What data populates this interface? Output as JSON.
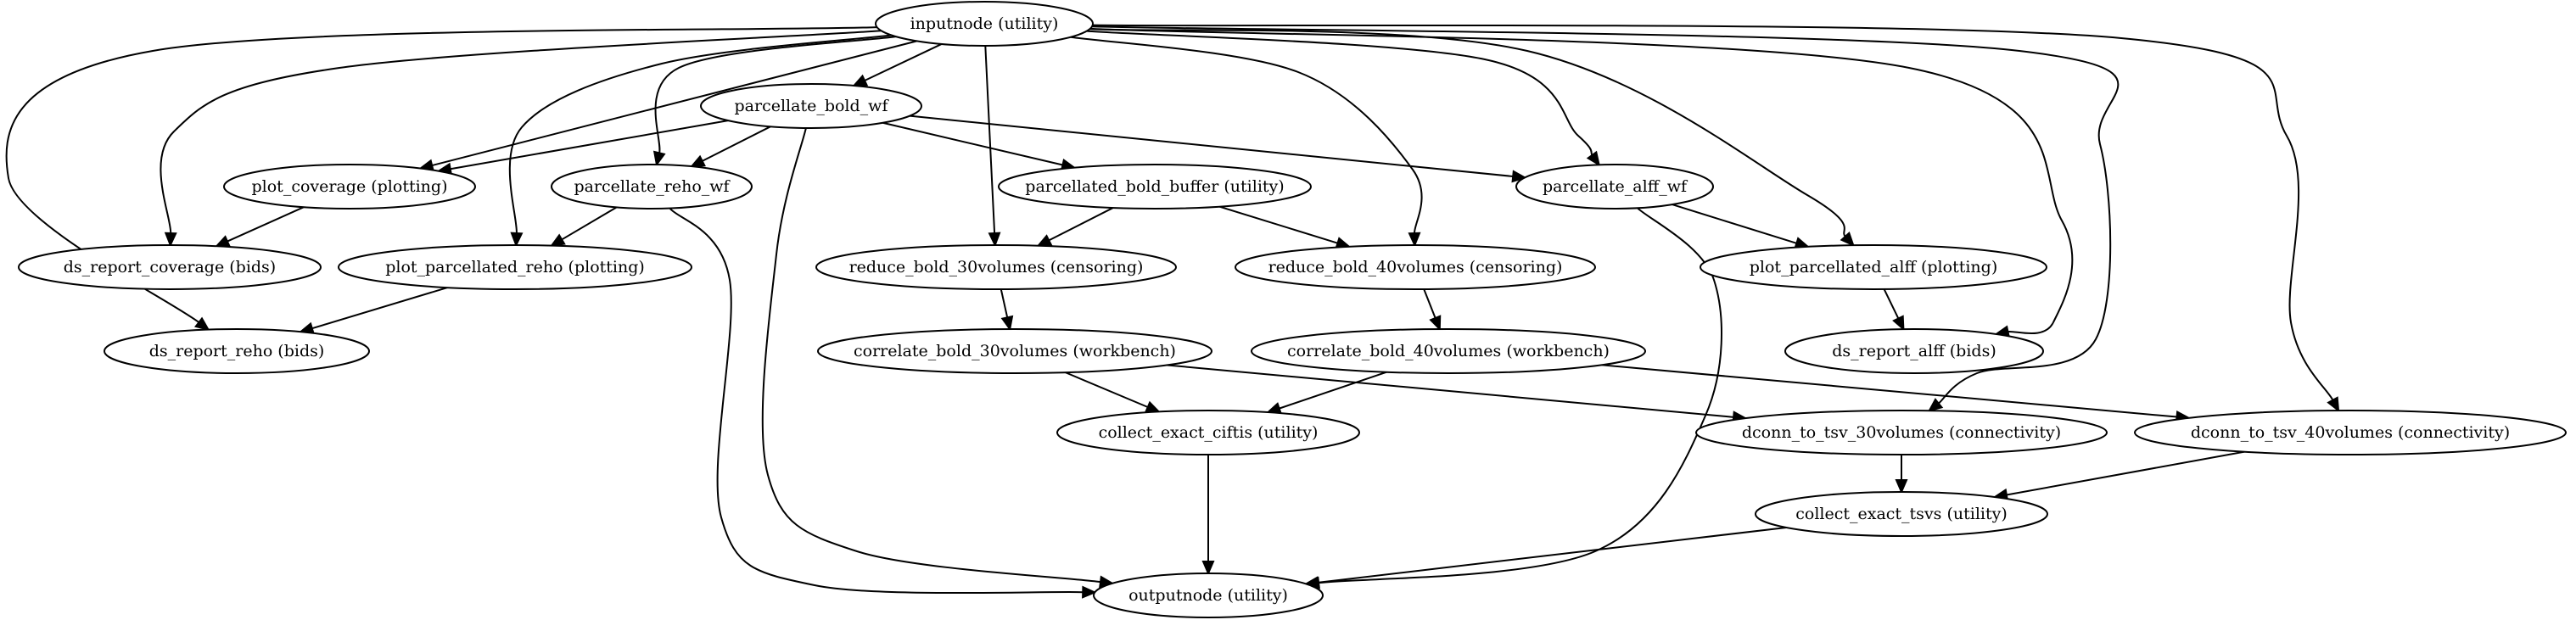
{
  "diagram": {
    "type": "directed-graph",
    "colors": {
      "background": "#ffffff",
      "stroke": "#000000",
      "text": "#000000"
    },
    "nodes": [
      {
        "id": "inputnode",
        "label": "inputnode (utility)"
      },
      {
        "id": "parcellate_bold_wf",
        "label": "parcellate_bold_wf"
      },
      {
        "id": "plot_coverage",
        "label": "plot_coverage (plotting)"
      },
      {
        "id": "parcellate_reho_wf",
        "label": "parcellate_reho_wf"
      },
      {
        "id": "parcellated_bold_buffer",
        "label": "parcellated_bold_buffer (utility)"
      },
      {
        "id": "parcellate_alff_wf",
        "label": "parcellate_alff_wf"
      },
      {
        "id": "ds_report_coverage",
        "label": "ds_report_coverage (bids)"
      },
      {
        "id": "plot_parcellated_reho",
        "label": "plot_parcellated_reho (plotting)"
      },
      {
        "id": "reduce_bold_30volumes",
        "label": "reduce_bold_30volumes (censoring)"
      },
      {
        "id": "reduce_bold_40volumes",
        "label": "reduce_bold_40volumes (censoring)"
      },
      {
        "id": "plot_parcellated_alff",
        "label": "plot_parcellated_alff (plotting)"
      },
      {
        "id": "ds_report_reho",
        "label": "ds_report_reho (bids)"
      },
      {
        "id": "correlate_bold_30volumes",
        "label": "correlate_bold_30volumes (workbench)"
      },
      {
        "id": "correlate_bold_40volumes",
        "label": "correlate_bold_40volumes (workbench)"
      },
      {
        "id": "ds_report_alff",
        "label": "ds_report_alff (bids)"
      },
      {
        "id": "collect_exact_ciftis",
        "label": "collect_exact_ciftis (utility)"
      },
      {
        "id": "dconn_to_tsv_30volumes",
        "label": "dconn_to_tsv_30volumes (connectivity)"
      },
      {
        "id": "dconn_to_tsv_40volumes",
        "label": "dconn_to_tsv_40volumes (connectivity)"
      },
      {
        "id": "collect_exact_tsvs",
        "label": "collect_exact_tsvs (utility)"
      },
      {
        "id": "outputnode",
        "label": "outputnode (utility)"
      }
    ],
    "edges": [
      {
        "from": "inputnode",
        "to": "parcellate_bold_wf"
      },
      {
        "from": "inputnode",
        "to": "plot_coverage"
      },
      {
        "from": "inputnode",
        "to": "parcellate_reho_wf"
      },
      {
        "from": "inputnode",
        "to": "ds_report_coverage"
      },
      {
        "from": "inputnode",
        "to": "plot_parcellated_reho"
      },
      {
        "from": "inputnode",
        "to": "ds_report_reho"
      },
      {
        "from": "inputnode",
        "to": "reduce_bold_30volumes"
      },
      {
        "from": "inputnode",
        "to": "reduce_bold_40volumes"
      },
      {
        "from": "inputnode",
        "to": "parcellate_alff_wf"
      },
      {
        "from": "inputnode",
        "to": "plot_parcellated_alff"
      },
      {
        "from": "inputnode",
        "to": "ds_report_alff"
      },
      {
        "from": "inputnode",
        "to": "dconn_to_tsv_30volumes"
      },
      {
        "from": "inputnode",
        "to": "dconn_to_tsv_40volumes"
      },
      {
        "from": "parcellate_bold_wf",
        "to": "plot_coverage"
      },
      {
        "from": "parcellate_bold_wf",
        "to": "parcellate_reho_wf"
      },
      {
        "from": "parcellate_bold_wf",
        "to": "parcellated_bold_buffer"
      },
      {
        "from": "parcellate_bold_wf",
        "to": "parcellate_alff_wf"
      },
      {
        "from": "parcellate_bold_wf",
        "to": "outputnode"
      },
      {
        "from": "plot_coverage",
        "to": "ds_report_coverage"
      },
      {
        "from": "parcellate_reho_wf",
        "to": "plot_parcellated_reho"
      },
      {
        "from": "parcellate_reho_wf",
        "to": "outputnode"
      },
      {
        "from": "plot_parcellated_reho",
        "to": "ds_report_reho"
      },
      {
        "from": "parcellated_bold_buffer",
        "to": "reduce_bold_30volumes"
      },
      {
        "from": "parcellated_bold_buffer",
        "to": "reduce_bold_40volumes"
      },
      {
        "from": "parcellate_alff_wf",
        "to": "plot_parcellated_alff"
      },
      {
        "from": "parcellate_alff_wf",
        "to": "outputnode"
      },
      {
        "from": "plot_parcellated_alff",
        "to": "ds_report_alff"
      },
      {
        "from": "reduce_bold_30volumes",
        "to": "correlate_bold_30volumes"
      },
      {
        "from": "reduce_bold_40volumes",
        "to": "correlate_bold_40volumes"
      },
      {
        "from": "correlate_bold_30volumes",
        "to": "collect_exact_ciftis"
      },
      {
        "from": "correlate_bold_30volumes",
        "to": "dconn_to_tsv_30volumes"
      },
      {
        "from": "correlate_bold_40volumes",
        "to": "collect_exact_ciftis"
      },
      {
        "from": "correlate_bold_40volumes",
        "to": "dconn_to_tsv_40volumes"
      },
      {
        "from": "collect_exact_ciftis",
        "to": "outputnode"
      },
      {
        "from": "dconn_to_tsv_30volumes",
        "to": "collect_exact_tsvs"
      },
      {
        "from": "dconn_to_tsv_40volumes",
        "to": "collect_exact_tsvs"
      },
      {
        "from": "collect_exact_tsvs",
        "to": "outputnode"
      }
    ]
  }
}
